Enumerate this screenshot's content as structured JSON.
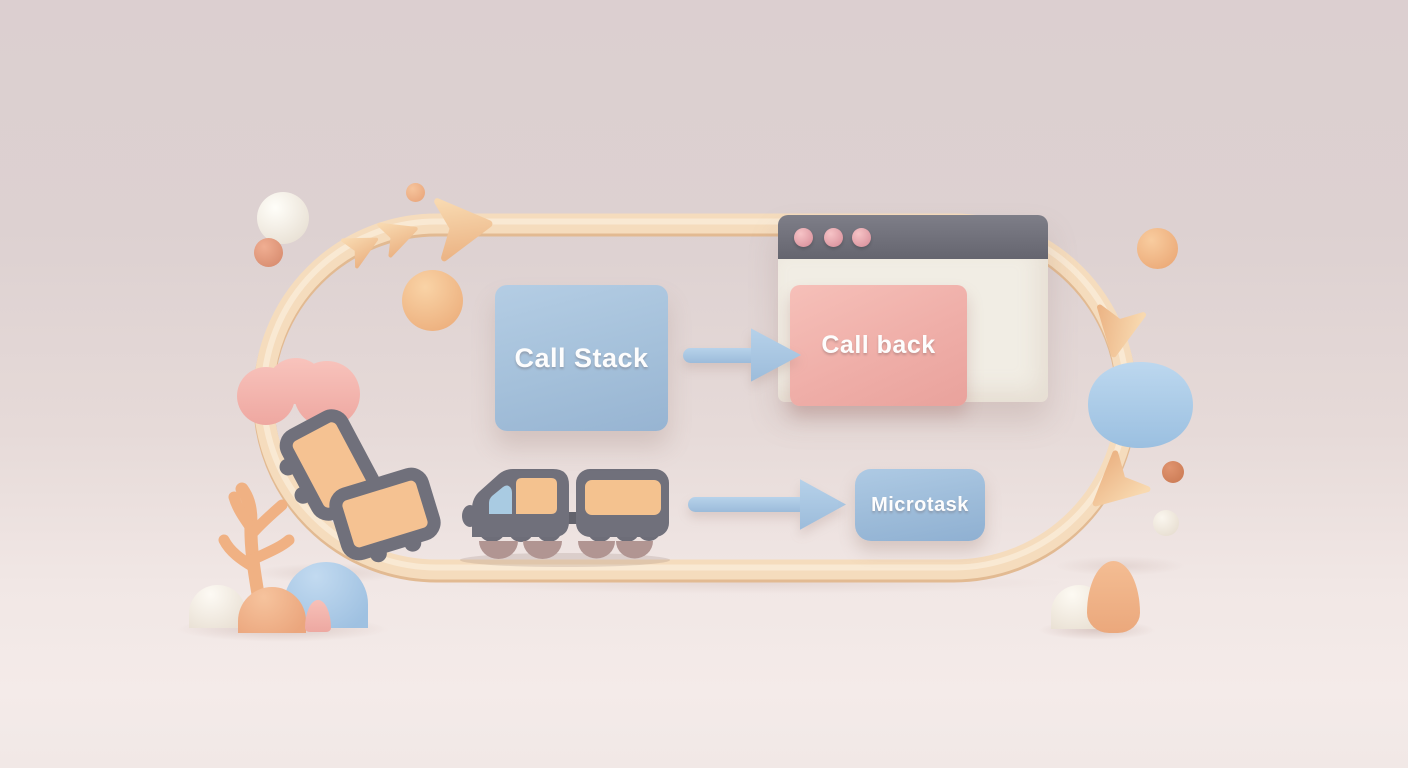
{
  "scene": {
    "title": "JavaScript event-loop 3D illustration (train loop)",
    "labels": {
      "call_stack": "Call Stack",
      "call_back": "Call back",
      "microtask": "Microtask"
    },
    "browser_window": {
      "traffic_dot_count": 3
    },
    "colors": {
      "background_top": "#dccfd0",
      "background_bottom": "#f4ebe9",
      "track": "#f5dcbd",
      "track_shade": "#e2ba92",
      "call_stack_box": "#a4c0da",
      "callback_card": "#efaea8",
      "microtask_box": "#9bbad8",
      "flow_arrow_blue": "#a9c8e3",
      "track_arrow_beige": "#f4c795",
      "window_titlebar": "#70707b",
      "window_body": "#f1ede4",
      "window_dot_pink": "#e9a9ae",
      "train_frame_gray": "#70707b",
      "train_window_peach": "#f4c28f",
      "train_windshield_blue": "#a9cbe2",
      "wheel_cover_brown": "#b19592",
      "blob_pink": "#f3b1aa",
      "blob_blue": "#a6c7e5",
      "plant_coral": "#f0b183"
    },
    "decorations": [
      "track-loop",
      "track-direction-arrows",
      "train",
      "derailed-train-cars",
      "pink-blob",
      "blue-blob",
      "coral-plant",
      "spheres",
      "domes"
    ]
  }
}
